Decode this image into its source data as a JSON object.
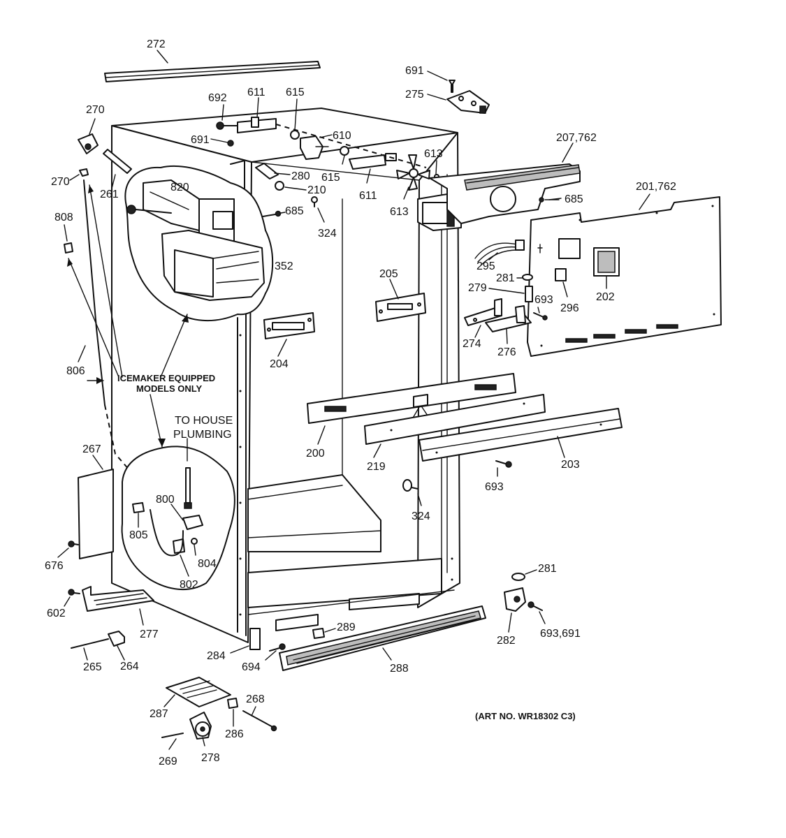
{
  "labels": {
    "p272": "272",
    "p691a": "691",
    "p275": "275",
    "p270a": "270",
    "p692": "692",
    "p611a": "611",
    "p615a": "615",
    "p610": "610",
    "p691b": "691",
    "p615b": "615",
    "p613a": "613",
    "p207": "207,762",
    "p270b": "270",
    "p261": "261",
    "p280": "280",
    "p820": "820",
    "p210": "210",
    "p611b": "611",
    "p613b": "613",
    "p685a": "685",
    "p201": "201,762",
    "p808": "808",
    "p685b": "685",
    "p324a": "324",
    "p352": "352",
    "p295": "295",
    "p281a": "281",
    "p202": "202",
    "p205": "205",
    "p279": "279",
    "p693a": "693",
    "p296": "296",
    "p274": "274",
    "p276": "276",
    "p204": "204",
    "p806": "806",
    "p200": "200",
    "p219": "219",
    "p203": "203",
    "p693b": "693",
    "p267": "267",
    "p800": "800",
    "p324b": "324",
    "p805": "805",
    "p804": "804",
    "p676": "676",
    "p802": "802",
    "p281b": "281",
    "p602": "602",
    "p277": "277",
    "p289": "289",
    "p282": "282",
    "p693c": "693,691",
    "p284": "284",
    "p694": "694",
    "p265": "265",
    "p264": "264",
    "p288": "288",
    "p268": "268",
    "p287": "287",
    "p286": "286",
    "p269": "269",
    "p278": "278"
  },
  "notes": {
    "icemaker_line1": "ICEMAKER EQUIPPED",
    "icemaker_line2": "MODELS ONLY",
    "plumbing_line1": "TO HOUSE",
    "plumbing_line2": "PLUMBING",
    "art_no": "(ART NO. WR18302 C3)"
  }
}
